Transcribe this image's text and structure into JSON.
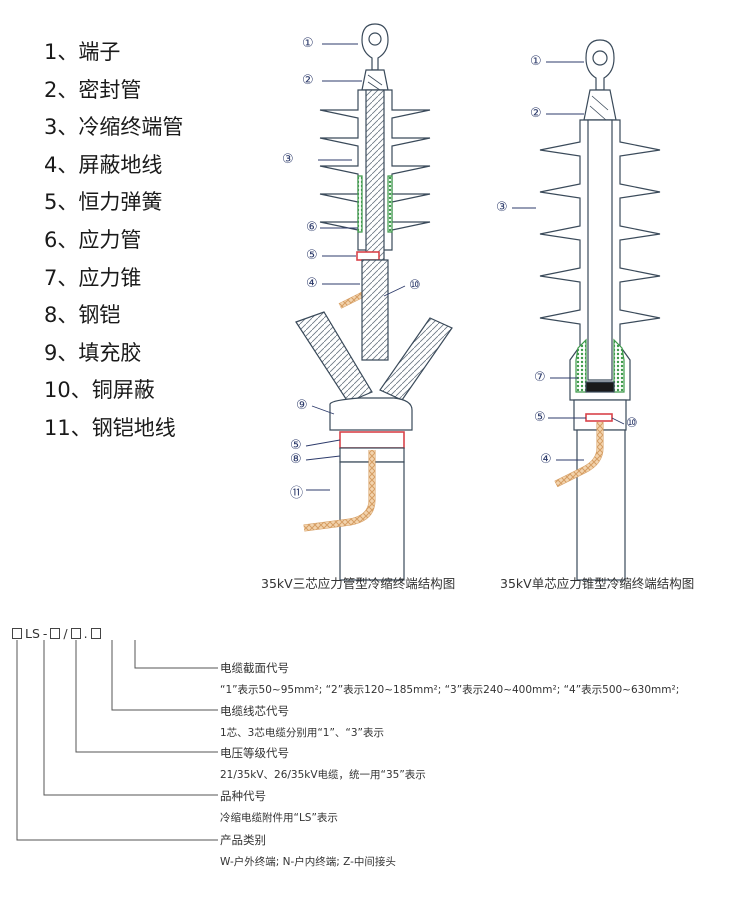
{
  "legend": [
    {
      "num": "1",
      "text": "端子"
    },
    {
      "num": "2",
      "text": "密封管"
    },
    {
      "num": "3",
      "text": "冷缩终端管"
    },
    {
      "num": "4",
      "text": "屏蔽地线"
    },
    {
      "num": "5",
      "text": "恒力弹簧"
    },
    {
      "num": "6",
      "text": "应力管"
    },
    {
      "num": "7",
      "text": "应力锥"
    },
    {
      "num": "8",
      "text": "钢铠"
    },
    {
      "num": "9",
      "text": "填充胶"
    },
    {
      "num": "10",
      "text": "铜屏蔽"
    },
    {
      "num": "11",
      "text": "钢铠地线"
    }
  ],
  "left_markers": [
    "①",
    "②",
    "③",
    "⑥",
    "⑤",
    "④",
    "⑩",
    "⑨",
    "⑤",
    "⑧",
    "⑪"
  ],
  "right_markers": [
    "①",
    "②",
    "③",
    "⑦",
    "⑤",
    "⑩",
    "④"
  ],
  "captions": {
    "left": "35kV三芯应力管型冷缩终端结构图",
    "right": "35kV单芯应力锥型冷缩终端结构图"
  },
  "code": {
    "prefix": "LS",
    "dash1": "-",
    "dash2": "-",
    "slash": "/",
    "dot": "."
  },
  "code_tree": [
    {
      "title": "电缆截面代号",
      "desc": "“1”表示50~95mm²; “2”表示120~185mm²; “3”表示240~400mm²; “4”表示500~630mm²;"
    },
    {
      "title": "电缆线芯代号",
      "desc": "1芯、3芯电缆分别用“1”、“3”表示"
    },
    {
      "title": "电压等级代号",
      "desc": "21/35kV、26/35kV电缆，统一用“35”表示"
    },
    {
      "title": "品种代号",
      "desc": "冷缩电缆附件用“LS”表示"
    },
    {
      "title": "产品类别",
      "desc": "W-户外终端; N-户内终端; Z-中间接头"
    }
  ],
  "colors": {
    "outline": "#3a4a5a",
    "marker": "#2d3b6b",
    "green": "#3d9a4a",
    "red": "#d9434a",
    "copper": "#e5b98a"
  }
}
